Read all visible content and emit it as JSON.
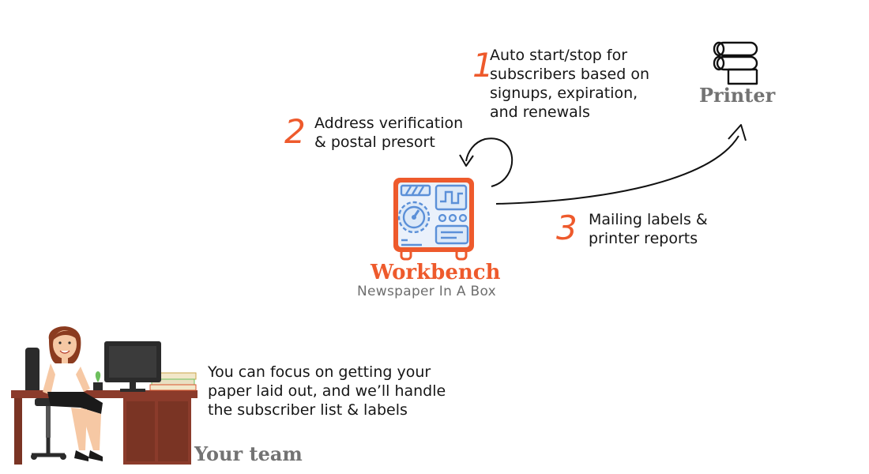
{
  "steps": [
    {
      "number": "1",
      "text": "Auto start/stop for\nsubscribers based on\nsignups, expiration,\nand renewals"
    },
    {
      "number": "2",
      "text": "Address verification\n& postal presort"
    },
    {
      "number": "3",
      "text": "Mailing labels &\nprinter reports"
    }
  ],
  "printer": {
    "title": "Printer",
    "icon": "printer-roll-icon"
  },
  "workbench": {
    "title": "Workbench",
    "subtitle": "Newspaper In A Box",
    "icon": "control-panel-icon"
  },
  "team": {
    "title": "Your team",
    "description": "You can focus on getting your\npaper laid out, and we’ll handle\nthe subscriber list & labels",
    "illustration": "woman-at-desk-illustration"
  },
  "colors": {
    "accent": "#ee5a2c",
    "icon_blue": "#5b90d8",
    "icon_fill": "#dce9f8",
    "muted_title": "#737373",
    "subtitle": "#6e6e6e",
    "text": "#161616"
  }
}
